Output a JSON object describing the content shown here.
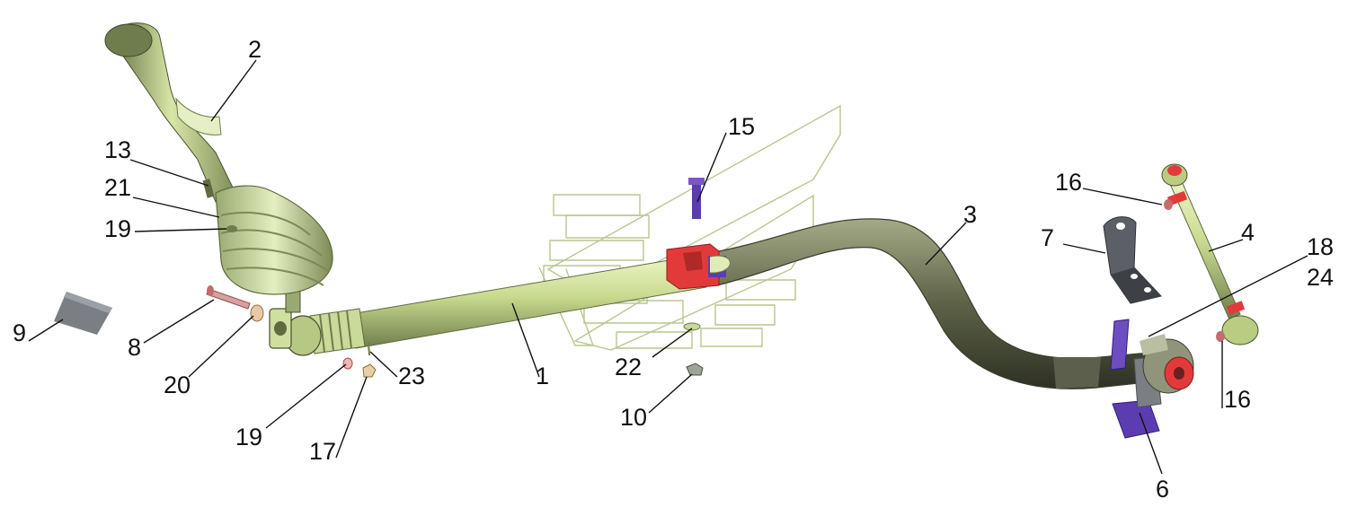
{
  "callouts": {
    "c1": "1",
    "c2": "2",
    "c3": "3",
    "c4": "4",
    "c6": "6",
    "c7": "7",
    "c8": "8",
    "c9": "9",
    "c10": "10",
    "c13": "13",
    "c15": "15",
    "c16a": "16",
    "c16b": "16",
    "c17": "17",
    "c18": "18",
    "c19a": "19",
    "c19b": "19",
    "c20": "20",
    "c21": "21",
    "c22": "22",
    "c23": "23",
    "c24": "24"
  },
  "colors": {
    "rod_light": "#d8e6a6",
    "rod_mid": "#b9cc82",
    "rod_dark": "#6f7c4c",
    "bar_dark": "#4b4f3c",
    "bar_mid": "#8a9070",
    "clamp_red": "#e23a3a",
    "bracket_violet": "#5b3db0",
    "bolt_violet": "#7b56c8",
    "ghost_outline": "#b8c690",
    "plate_gray": "#7b7f84"
  }
}
